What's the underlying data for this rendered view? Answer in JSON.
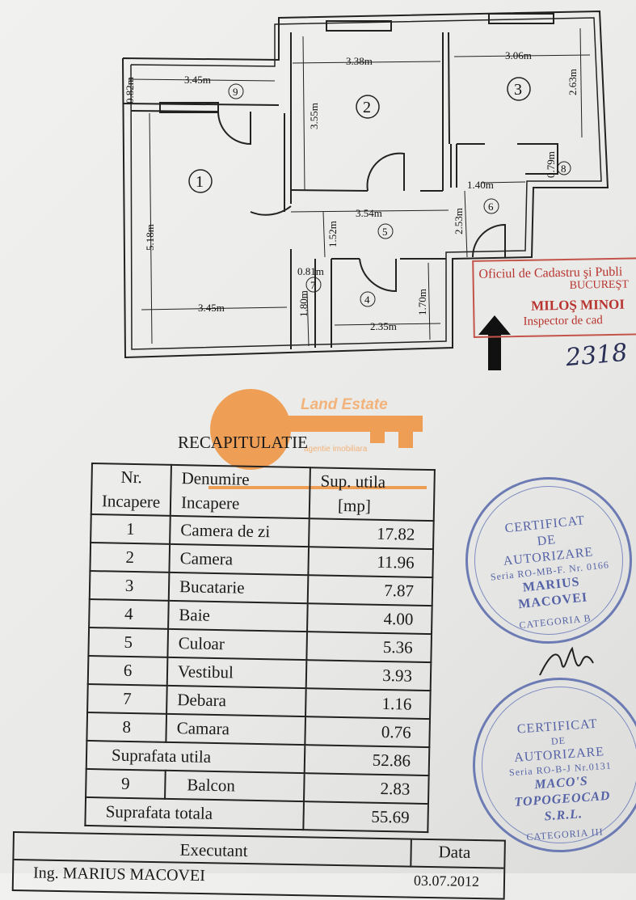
{
  "plan": {
    "rooms": [
      "1",
      "2",
      "3",
      "4",
      "5",
      "6",
      "7",
      "8",
      "9"
    ],
    "dims": [
      "0.82m",
      "3.45m",
      "3.38m",
      "3.06m",
      "3.55m",
      "2.63m",
      "0.79m",
      "1.40m",
      "2.53m",
      "3.54m",
      "1.52m",
      "5.18m",
      "0.81m",
      "1.80m",
      "1.70m",
      "3.45m",
      "2.35m"
    ]
  },
  "cadastre_stamp": {
    "line1": "Oficiul de Cadastru şi Publi",
    "line2": "BUCUREŞT",
    "line3": "MILOŞ MINOI",
    "line4": "Inspector de cad",
    "handwritten": "2318"
  },
  "watermark": {
    "brand": "Land Estate",
    "tagline": "agentie imobiliara",
    "color": "#f08a2c"
  },
  "recap": {
    "title": "RECAPITULATIE",
    "headers": {
      "nr": [
        "Nr.",
        "Incapere"
      ],
      "name": [
        "Denumire",
        "Incapere"
      ],
      "area": [
        "Sup. utila",
        "[mp]"
      ]
    },
    "rows": [
      {
        "nr": "1",
        "name": "Camera de zi",
        "area": "17.82"
      },
      {
        "nr": "2",
        "name": "Camera",
        "area": "11.96"
      },
      {
        "nr": "3",
        "name": "Bucatarie",
        "area": "7.87"
      },
      {
        "nr": "4",
        "name": "Baie",
        "area": "4.00"
      },
      {
        "nr": "5",
        "name": "Culoar",
        "area": "5.36"
      },
      {
        "nr": "6",
        "name": "Vestibul",
        "area": "3.93"
      },
      {
        "nr": "7",
        "name": "Debara",
        "area": "1.16"
      },
      {
        "nr": "8",
        "name": "Camara",
        "area": "0.76"
      }
    ],
    "utila": {
      "label": "Suprafata utila",
      "value": "52.86"
    },
    "balcon": {
      "nr": "9",
      "name": "Balcon",
      "area": "2.83"
    },
    "totala": {
      "label": "Suprafata totala",
      "value": "55.69"
    }
  },
  "footer": {
    "executant": "Executant",
    "data": "Data",
    "engineer": "Ing. MARIUS MACOVEI",
    "date": "03.07.2012"
  },
  "stamp1": {
    "l1": "CERTIFICAT",
    "l2": "DE",
    "l3": "AUTORIZARE",
    "l4": "Seria RO-MB-F. Nr. 0166",
    "l5": "MARIUS",
    "l6": "MACOVEI",
    "l7": "CATEGORIA B"
  },
  "stamp2": {
    "l1": "CERTIFICAT",
    "l2": "DE",
    "l3": "AUTORIZARE",
    "l4": "Seria RO-B-J Nr.0131",
    "l5": "MACO'S",
    "l6": "TOPOGEOCAD",
    "l7": "S.R.L.",
    "l8": "CATEGORIA III"
  },
  "colors": {
    "ink": "#1a1a1a",
    "stamp_blue": "#5563a6",
    "stamp_red": "#b8342f"
  }
}
